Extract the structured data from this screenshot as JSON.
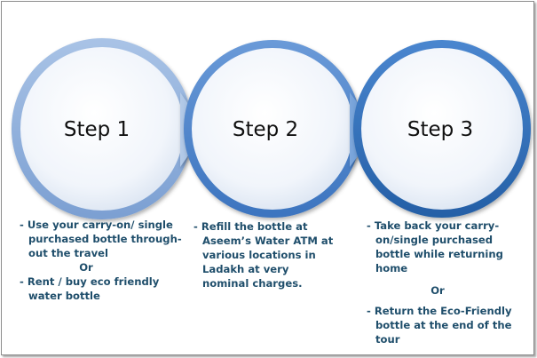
{
  "steps": [
    {
      "title": "Step 1",
      "lines": [
        {
          "kind": "bullet",
          "text": "- Use your carry-on/ single purchased bottle through-out the travel"
        },
        {
          "kind": "or",
          "text": "Or"
        },
        {
          "kind": "bullet",
          "text": "-  Rent / buy eco friendly water bottle"
        }
      ]
    },
    {
      "title": "Step 2",
      "lines": [
        {
          "kind": "bullet",
          "text": "- Refill the bottle at Aseem’s Water ATM at various locations in Ladakh at very nominal charges."
        }
      ]
    },
    {
      "title": "Step 3",
      "lines": [
        {
          "kind": "bullet",
          "text": "- Take back your carry-on/single purchased bottle while returning home"
        },
        {
          "kind": "or",
          "text": "Or"
        },
        {
          "kind": "bullet",
          "text": "- Return the Eco-Friendly bottle at the end of the tour"
        }
      ]
    }
  ],
  "colors": {
    "text": "#1f4e6b",
    "circle1": "#8fb0dc",
    "circle2": "#4f86cc",
    "circle3": "#2f6eb5",
    "inner": "#eef3fb"
  }
}
